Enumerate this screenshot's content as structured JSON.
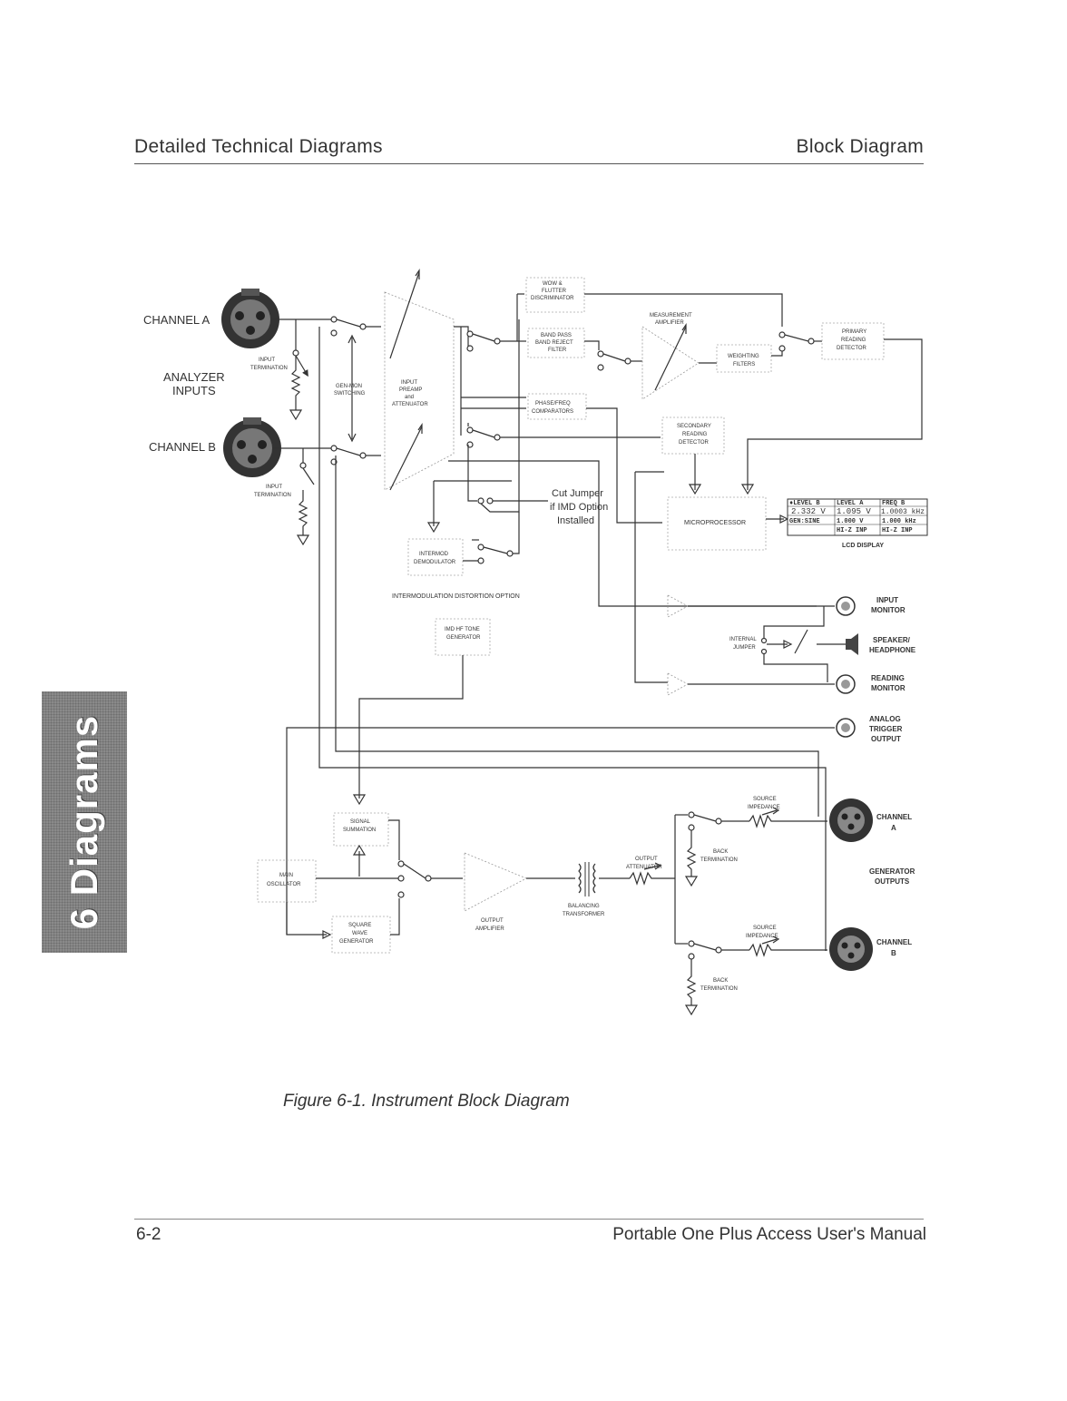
{
  "header": {
    "left": "Detailed Technical Diagrams",
    "right": "Block Diagram"
  },
  "side_tab": {
    "label": "6 Diagrams"
  },
  "figure": {
    "caption": "Figure 6-1.  Instrument Block Diagram",
    "labels": {
      "channel_a": "CHANNEL A",
      "analyzer_inputs_1": "ANALYZER",
      "analyzer_inputs_2": "INPUTS",
      "channel_b": "CHANNEL B",
      "input_termination_1": "INPUT",
      "input_termination_2": "TERMINATION",
      "gen_mon_1": "GEN-MON",
      "gen_mon_2": "SWITCHING",
      "preamp_1": "INPUT",
      "preamp_2": "PREAMP",
      "preamp_3": "and",
      "preamp_4": "ATTENUATOR",
      "wow_1": "WOW &",
      "wow_2": "FLUTTER",
      "wow_3": "DISCRIMINATOR",
      "bandpass_1": "BAND PASS",
      "bandpass_2": "BAND REJECT",
      "bandpass_3": "FILTER",
      "meas_amp_1": "MEASUREMENT",
      "meas_amp_2": "AMPLIFIER",
      "weighting_1": "WEIGHTING",
      "weighting_2": "FILTERS",
      "primary_1": "PRIMARY",
      "primary_2": "READING",
      "primary_3": "DETECTOR",
      "phase_1": "PHASE/FREQ",
      "phase_2": "COMPARATORS",
      "secondary_1": "SECONDARY",
      "secondary_2": "READING",
      "secondary_3": "DETECTOR",
      "cut_jumper_1": "Cut Jumper",
      "cut_jumper_2": "if IMD Option",
      "cut_jumper_3": "Installed",
      "microprocessor": "MICROPROCESSOR",
      "lcd_display": "LCD DISPLAY",
      "intermod_1": "INTERMOD",
      "intermod_2": "DEMODULATOR",
      "imd_option": "INTERMODULATION DISTORTION OPTION",
      "imd_hf_1": "IMD HF TONE",
      "imd_hf_2": "GENERATOR",
      "input_monitor_1": "INPUT",
      "input_monitor_2": "MONITOR",
      "internal_jumper_1": "INTERNAL",
      "internal_jumper_2": "JUMPER",
      "speaker_1": "SPEAKER/",
      "speaker_2": "HEADPHONE",
      "reading_monitor_1": "READING",
      "reading_monitor_2": "MONITOR",
      "analog_1": "ANALOG",
      "analog_2": "TRIGGER",
      "analog_3": "OUTPUT",
      "signal_sum_1": "SIGNAL",
      "signal_sum_2": "SUMMATION",
      "main_osc_1": "MAIN",
      "main_osc_2": "OSCILLATOR",
      "square_1": "SQUARE",
      "square_2": "WAVE",
      "square_3": "GENERATOR",
      "output_amp_1": "OUTPUT",
      "output_amp_2": "AMPLIFIER",
      "balancing_1": "BALANCING",
      "balancing_2": "TRANSFORMER",
      "output_att_1": "OUTPUT",
      "output_att_2": "ATTENUATOR",
      "source_imp_1": "SOURCE",
      "source_imp_2": "IMPEDANCE",
      "back_term_1": "BACK",
      "back_term_2": "TERMINATION",
      "gen_channel_a_1": "CHANNEL",
      "gen_channel_a_2": "A",
      "generator_outputs_1": "GENERATOR",
      "generator_outputs_2": "OUTPUTS",
      "gen_channel_b_1": "CHANNEL",
      "gen_channel_b_2": "B"
    },
    "lcd": {
      "row1": [
        "♦LEVEL  B",
        "LEVEL  A",
        "FREQ   B"
      ],
      "row2": [
        "2.332  V",
        "1.095  V",
        "1.0003 kHz"
      ],
      "row3": [
        "GEN:SINE",
        "1.000  V",
        "1.000  kHz"
      ],
      "row4": [
        "",
        "HI-Z INP",
        "HI-Z INP"
      ]
    }
  },
  "footer": {
    "left": "6-2",
    "right": "Portable One Plus Access User's Manual"
  }
}
